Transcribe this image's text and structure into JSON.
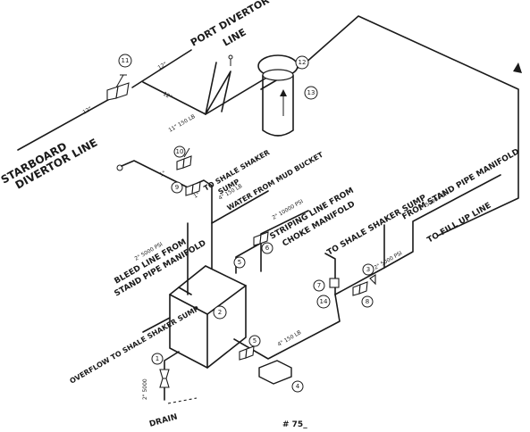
{
  "labels": {
    "starboard": "STARBOARD",
    "starboard_line": "DIVERTOR LINE",
    "port": "PORT DIVERTOR",
    "port_line": "LINE",
    "shale_sump_top": "TO SHALE SHAKER",
    "shale_sump_top_2": "SUMP",
    "mud_bucket": "WATER FROM MUD BUCKET",
    "bleed_line": "BLEED LINE FROM",
    "bleed_line_2": "STAND PIPE MANIFOLD",
    "stripping_line": "STRIPING LINE FROM",
    "stripping_line_2": "CHOKE MANIFOLD",
    "overflow": "OVERFLOW TO SHALE SHAKER SUMP",
    "drain": "DRAIN",
    "to_shale_sump": "TO SHALE SHAKER SUMP",
    "stand_pipe": "FROM STAND PIPE MANIFOLD",
    "fill_up": "TO FILL UP LINE",
    "page_number": "# 75_"
  },
  "specs": {
    "s12a": "12\"",
    "s12b": "12\"",
    "s12c": "12\"",
    "s11": "11\" 150 LB",
    "s_1": "1\"",
    "s_1b": "1\"",
    "s_4a": "4\" 150 LB",
    "s_2a": "2\" 5000 PSI",
    "s_2b": "2\" 10000 PSI",
    "s_2c": "2\" 5000 PSI",
    "s_4b": "4\" 150 LB",
    "s_2d": "2\" 5000 PSI",
    "s_2e": "2\" 5000 PSI",
    "s_2f": "2\" 5000"
  },
  "callouts": [
    "1",
    "2",
    "3",
    "4",
    "5",
    "6",
    "7",
    "8",
    "9",
    "10",
    "11",
    "12",
    "13",
    "14"
  ]
}
